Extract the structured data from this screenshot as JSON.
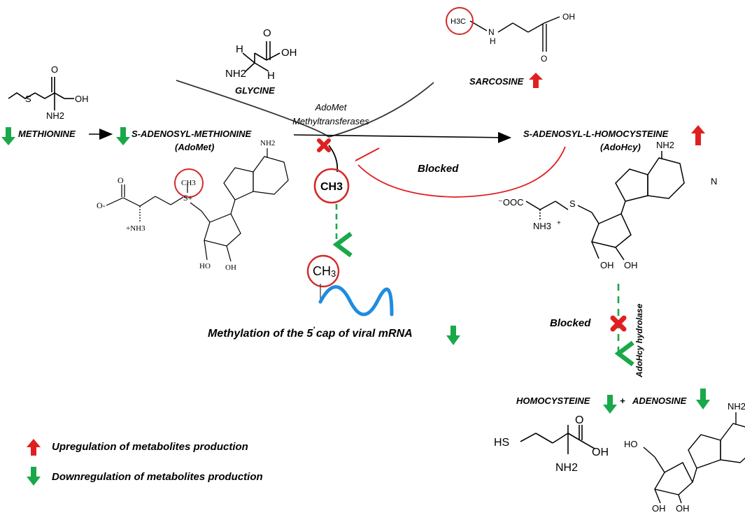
{
  "colors": {
    "upregulation_arrow": "#e02020",
    "downregulation_arrow": "#1aa84a",
    "block_line": "#e02020",
    "methyl_flow": "#1aa84a",
    "mrna_wave": "#1f8ce0",
    "circle_highlight": "#d42a2a"
  },
  "icons": {
    "up_arrow": "red-up-arrow-icon",
    "down_arrow": "green-down-arrow-icon",
    "block_mark": "red-x-icon"
  },
  "metabolites": {
    "methionine": "METHIONINE",
    "sam": "S-ADENOSYL-METHIONINE",
    "sam_abbr": "(AdoMet)",
    "sah": "S-ADENOSYL-L-HOMOCYSTEINE",
    "sah_abbr": "(AdoHcy)",
    "glycine": "GLYCINE",
    "sarcosine": "SARCOSINE",
    "homocysteine": "HOMOCYSTEINE",
    "plus": "+",
    "adenosine": "ADENOSINE"
  },
  "enzymes": {
    "methyltransferase_line1": "AdoMet",
    "methyltransferase_line2": "Methyltransferases",
    "hydrolase": "AdoHcy hydrolase"
  },
  "labels": {
    "methyl_group": "CH3",
    "mrna_methyl": "CH",
    "mrna_methyl_sub": "3",
    "blocked_1": "Blocked",
    "blocked_2": "Blocked",
    "mrna_caption_pre": "Methylation of the 5",
    "mrna_caption_prime": "'",
    "mrna_caption_post": "cap of viral mRNA"
  },
  "legend": {
    "up": "Upregulation of metabolites production",
    "down": "Downregulation of metabolites production"
  },
  "structure_atoms": {
    "oh": "OH",
    "o": "O",
    "h": "H",
    "n": "N",
    "nh2": "NH2",
    "s": "S",
    "hs": "HS",
    "ho": "HO",
    "h3c": "H3C",
    "ch3": "CH3",
    "splus": "S+",
    "ominus": "O-",
    "nh3plus": "+NH3",
    "ooc": "OOC",
    "nh3": "NH3"
  }
}
